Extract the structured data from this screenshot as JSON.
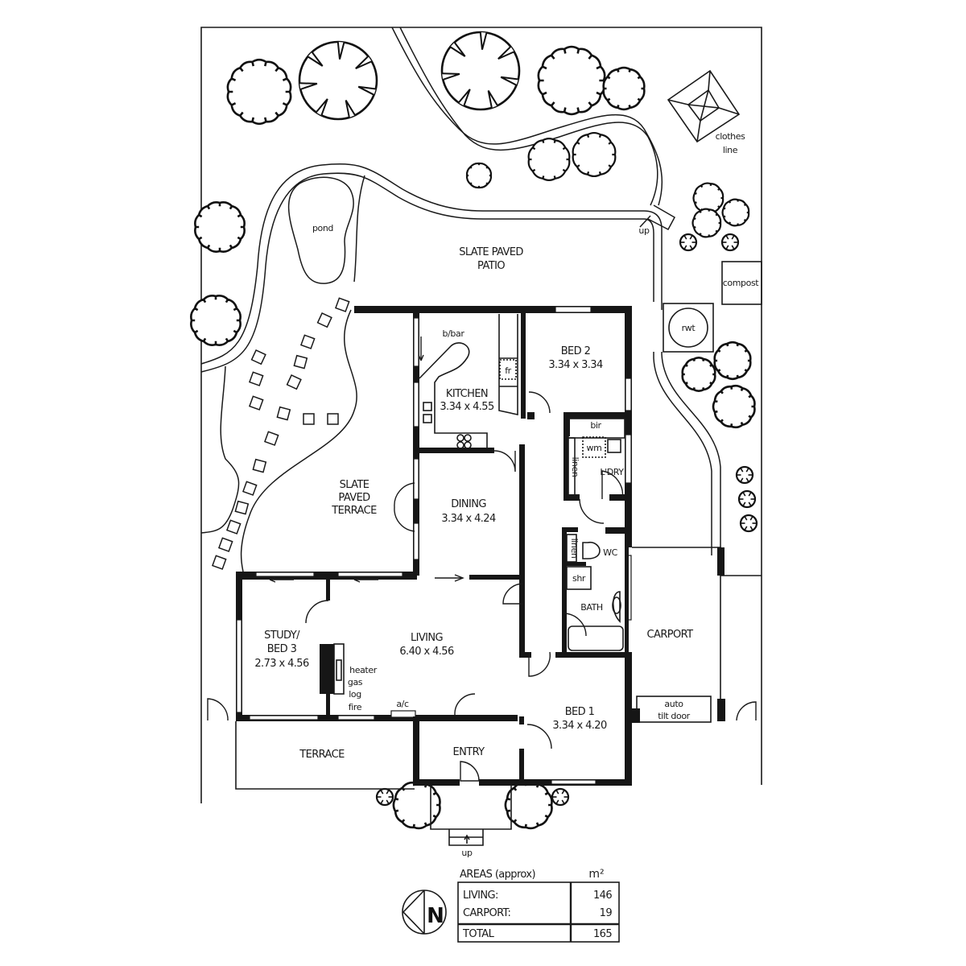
{
  "plan": {
    "outdoor_labels": {
      "patio_line1": "SLATE PAVED",
      "patio_line2": "PATIO",
      "pond": "pond",
      "clothes_line1": "clothes",
      "clothes_line2": "line",
      "compost": "compost",
      "rwt": "rwt",
      "up_patio": "up",
      "up_entry": "up",
      "terrace_slate1": "SLATE",
      "terrace_slate2": "PAVED",
      "terrace_slate3": "TERRACE",
      "terrace": "TERRACE",
      "carport": "CARPORT",
      "tilt_door1": "auto",
      "tilt_door2": "tilt door"
    },
    "rooms": {
      "kitchen": {
        "name": "KITCHEN",
        "dims": "3.34 x 4.55"
      },
      "bed2": {
        "name": "BED 2",
        "dims": "3.34 x 3.34"
      },
      "dining": {
        "name": "DINING",
        "dims": "3.34 x 4.24"
      },
      "living": {
        "name": "LIVING",
        "dims": "6.40 x 4.56"
      },
      "study": {
        "name1": "STUDY/",
        "name2": "BED 3",
        "dims": "2.73 x 4.56"
      },
      "bed1": {
        "name": "BED 1",
        "dims": "3.34 x 4.20"
      },
      "entry": {
        "name": "ENTRY"
      },
      "laundry": {
        "name": "L'DRY"
      },
      "wc": {
        "name": "WC"
      },
      "bath": {
        "name": "BATH"
      }
    },
    "fixtures": {
      "bbar": "b/bar",
      "fridge": "fr",
      "bir": "bir",
      "wm": "wm",
      "linen1": "linen",
      "linen2": "linen",
      "shr": "shr",
      "heater1": "heater",
      "heater2": "gas",
      "heater3": "log",
      "heater4": "fire",
      "ac": "a/c"
    }
  },
  "areas_table": {
    "title": "AREAS (approx)",
    "unit": "m²",
    "rows": [
      {
        "label": "LIVING:",
        "value": "146"
      },
      {
        "label": "CARPORT:",
        "value": "19"
      }
    ],
    "total": {
      "label": "TOTAL",
      "value": "165"
    }
  },
  "north_arrow": {
    "letter": "N"
  }
}
